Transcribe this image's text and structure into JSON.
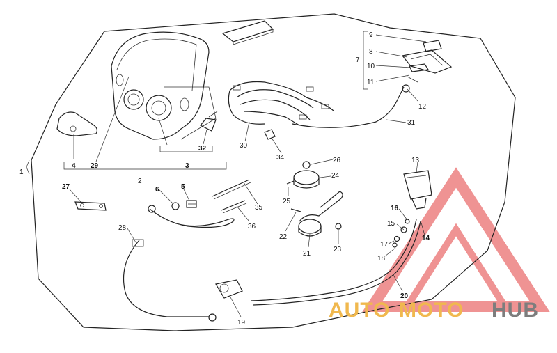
{
  "callouts": {
    "c1": "1",
    "c2": "2",
    "c3": "3",
    "c4": "4",
    "c5": "5",
    "c6": "6",
    "c7": "7",
    "c8": "8",
    "c9": "9",
    "c10": "10",
    "c11": "11",
    "c12": "12",
    "c13": "13",
    "c14": "14",
    "c15": "15",
    "c16": "16",
    "c17": "17",
    "c18": "18",
    "c19": "19",
    "c20": "20",
    "c21": "21",
    "c22": "22",
    "c23": "23",
    "c24": "24",
    "c25": "25",
    "c26": "26",
    "c27": "27",
    "c28": "28",
    "c29": "29",
    "c30": "30",
    "c31": "31",
    "c32": "32",
    "c34": "34",
    "c35": "35",
    "c36": "36"
  },
  "watermark": {
    "part1": "AUTO",
    "part2": "MOTO",
    "part3": "HUB",
    "color_orange": "#f0b84e",
    "color_gray": "#7d7d7d",
    "color_red": "#e23b3b"
  }
}
